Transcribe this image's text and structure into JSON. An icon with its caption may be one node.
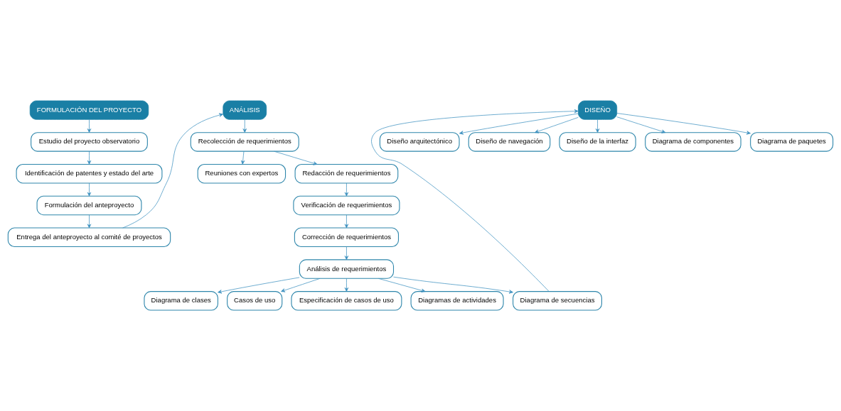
{
  "diagram": {
    "nodes": [
      {
        "text": [
          "FORMULACIÓN DEL PROYECTO"
        ]
      },
      {
        "text": [
          "Estudio del proyecto observatorio"
        ]
      },
      {
        "text": [
          "Identificación de patentes y estado del arte"
        ]
      },
      {
        "text": [
          "Formulación del anteproyecto"
        ]
      },
      {
        "text": [
          "Entrega del anteproyecto al comité de proyectos"
        ]
      },
      {
        "text": [
          "ANÁLISIS"
        ]
      },
      {
        "text": [
          "Recolección de requerimientos"
        ]
      },
      {
        "text": [
          "Reuniones con expertos"
        ]
      },
      {
        "text": [
          "Redacción de requerimientos"
        ]
      },
      {
        "text": [
          "Verificación de requerimientos"
        ]
      },
      {
        "text": [
          "Corrección de requerimientos"
        ]
      },
      {
        "text": [
          "Análisis de requerimientos"
        ]
      },
      {
        "text": [
          "Diagrama de clases"
        ]
      },
      {
        "text": [
          "Casos de uso"
        ]
      },
      {
        "text": [
          "Especificación de casos de uso"
        ]
      },
      {
        "text": [
          "Diagramas de actividades"
        ]
      },
      {
        "text": [
          "Diagrama de secuencias"
        ]
      },
      {
        "text": [
          "DISEÑO"
        ]
      },
      {
        "text": [
          "Diseño arquitectónico"
        ]
      },
      {
        "text": [
          "Diseño de navegación"
        ]
      },
      {
        "text": [
          "Diseño de la interfaz"
        ]
      },
      {
        "text": [
          "Diagrama de componentes"
        ]
      },
      {
        "text": [
          "Diagrama de paquetes"
        ]
      }
    ],
    "edges": [
      {
        "from": 0,
        "to": 1,
        "arrow": "to"
      },
      {
        "from": 1,
        "to": 2,
        "arrow": "to"
      },
      {
        "from": 2,
        "to": 3,
        "arrow": "to"
      },
      {
        "from": 3,
        "to": 4,
        "arrow": "to"
      },
      {
        "from": 4,
        "to": 5,
        "arrow": "to"
      },
      {
        "from": 5,
        "to": 6,
        "arrow": "to"
      },
      {
        "from": 6,
        "to": 7,
        "arrow": "to"
      },
      {
        "from": 6,
        "to": 8,
        "arrow": "to"
      },
      {
        "from": 8,
        "to": 9,
        "arrow": "to"
      },
      {
        "from": 9,
        "to": 10,
        "arrow": "to"
      },
      {
        "from": 10,
        "to": 11,
        "arrow": "to"
      },
      {
        "from": 11,
        "to": 12,
        "arrow": "to"
      },
      {
        "from": 11,
        "to": 13,
        "arrow": "to"
      },
      {
        "from": 11,
        "to": 14,
        "arrow": "to"
      },
      {
        "from": 11,
        "to": 15,
        "arrow": "to"
      },
      {
        "from": 11,
        "to": 16,
        "arrow": "to"
      },
      {
        "from": 16,
        "to": 17,
        "arrow": "to"
      },
      {
        "from": 17,
        "to": 18,
        "arrow": "to"
      },
      {
        "from": 17,
        "to": 19,
        "arrow": "to"
      },
      {
        "from": 17,
        "to": 20,
        "arrow": "to"
      },
      {
        "from": 17,
        "to": 21,
        "arrow": "to"
      },
      {
        "from": 17,
        "to": 22,
        "arrow": "to"
      }
    ]
  }
}
